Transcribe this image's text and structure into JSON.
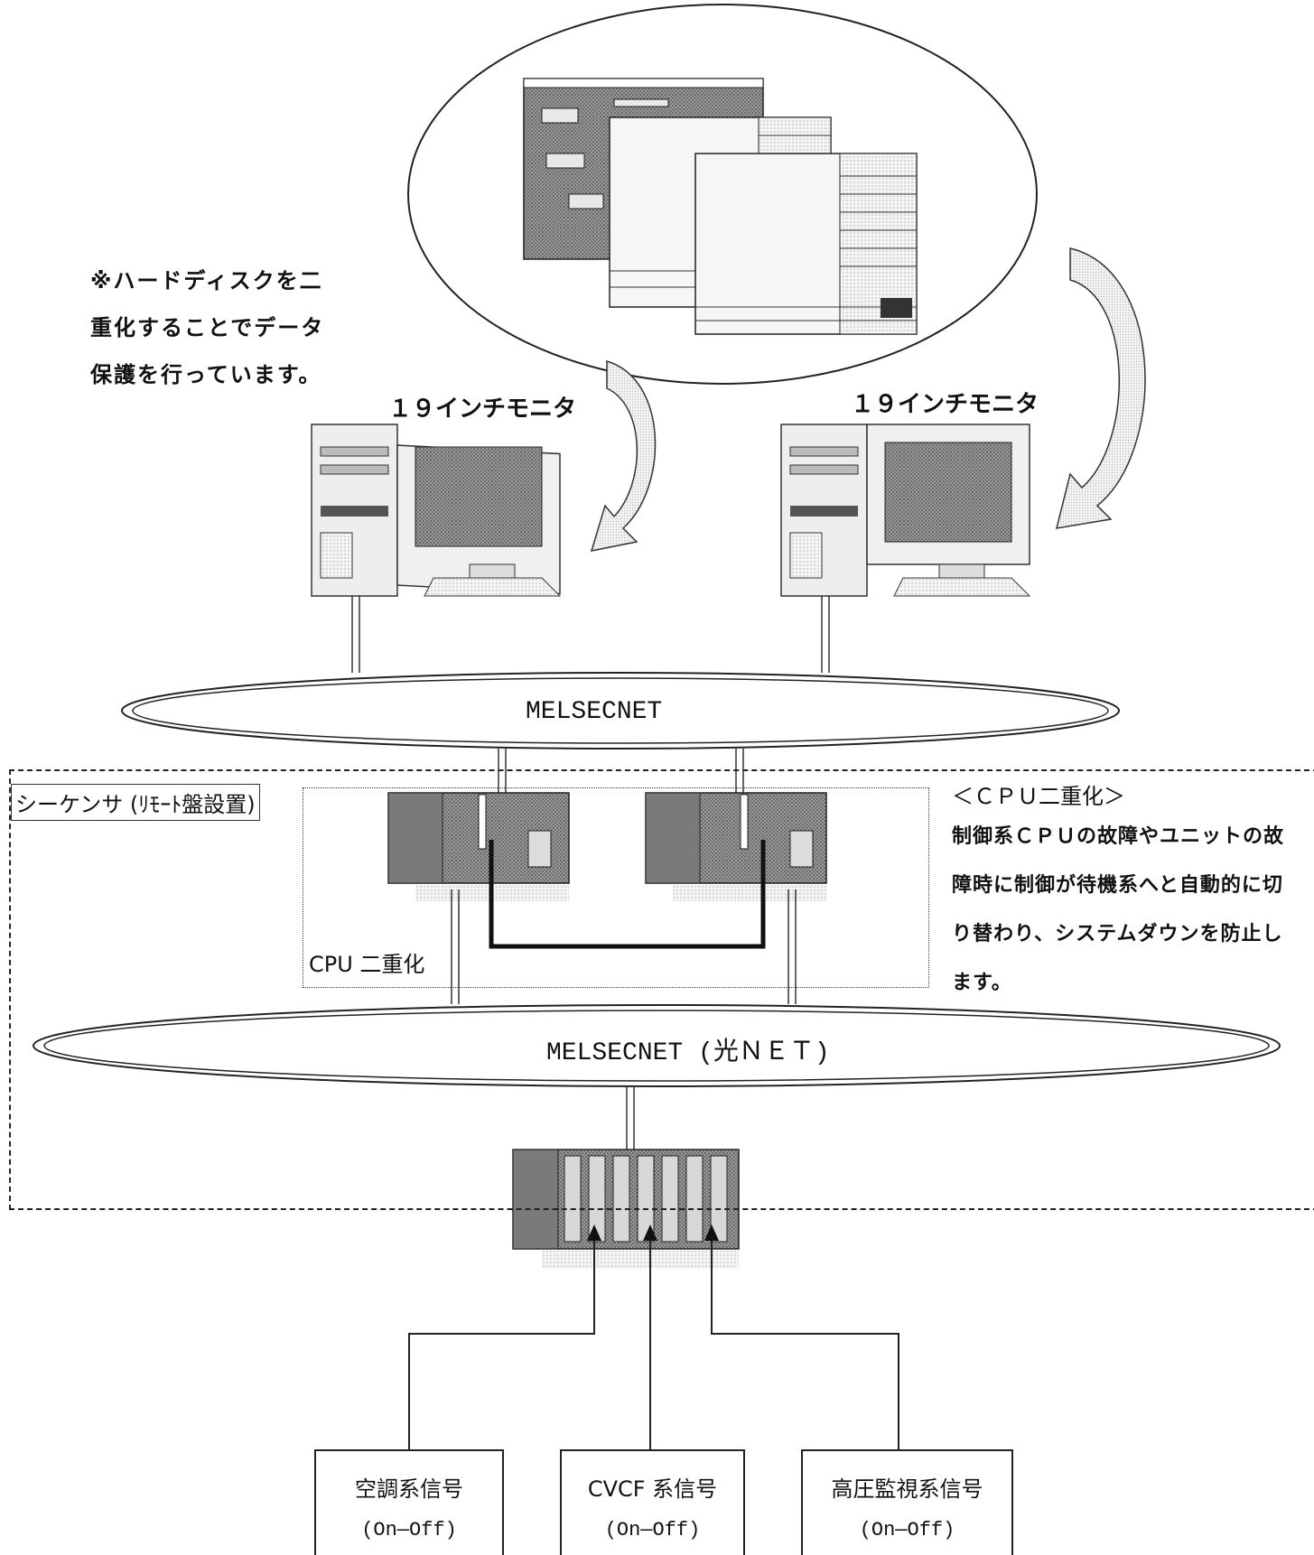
{
  "note_left": {
    "lines": [
      "※ハードディスクを二",
      "重化することでデータ",
      "保護を行っています。"
    ]
  },
  "monitor_left": {
    "label": "１９インチモニタ"
  },
  "monitor_right": {
    "label": "１９インチモニタ"
  },
  "network_top": {
    "label": "MELSECNET"
  },
  "sequencer": {
    "label": "シーケンサ (ﾘﾓｰﾄ盤設置)"
  },
  "cpu_redundancy": {
    "box_label": "CPU 二重化",
    "heading": "＜ＣＰＵ二重化＞",
    "lines": [
      "制御系ＣＰＵの故障やユニットの故",
      "障時に制御が待機系へと自動的に切",
      "り替わり、システムダウンを防止し",
      "ます。"
    ]
  },
  "network_bottom": {
    "label": "MELSECNET (光ＮＥＴ)"
  },
  "signals": [
    {
      "title": "空調系信号",
      "sub": "(On—Off)"
    },
    {
      "title": "CVCF 系信号",
      "sub": "(On—Off)"
    },
    {
      "title": "高圧監視系信号",
      "sub": "(On—Off)"
    }
  ]
}
